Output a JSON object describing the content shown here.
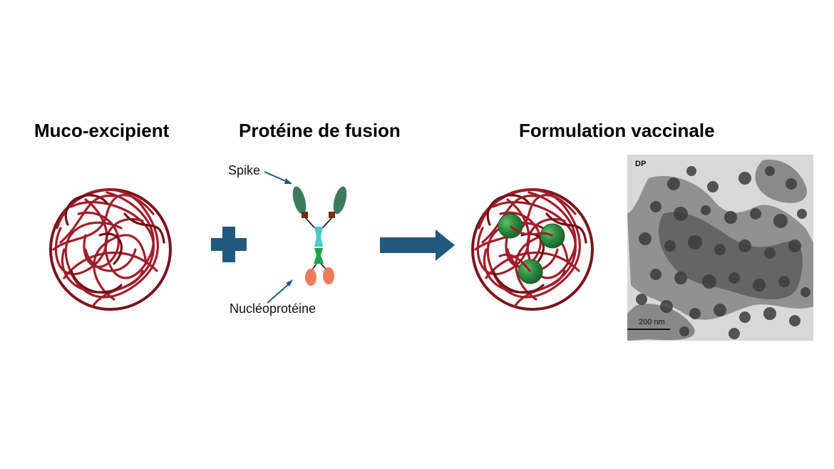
{
  "titles": {
    "muco": "Muco-excipient",
    "fusion": "Protéine de fusion",
    "formulation": "Formulation vaccinale"
  },
  "labels": {
    "spike": "Spike",
    "nucleoprotein": "Nucléoprotéine"
  },
  "micrograph": {
    "panel_label": "DP",
    "scale_bar": "200 nm"
  },
  "colors": {
    "mesh": "#a01e2a",
    "mesh_dark": "#6e1018",
    "operator": "#1f5a7e",
    "spike": "#3f7a5c",
    "linker": "#7a2a12",
    "hinge": "#4fc6c8",
    "nucleo_core": "#1aa64a",
    "nucleo": "#f0795a",
    "particle": "#2e8b3e"
  }
}
